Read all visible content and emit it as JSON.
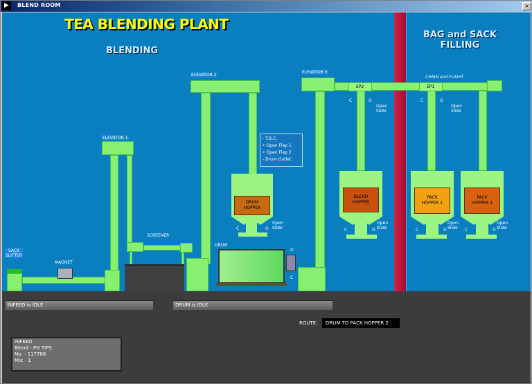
{
  "window": {
    "title": "BLEND ROOM",
    "close_glyph": "×"
  },
  "canvas": {
    "title": "TEA BLENDING PLANT",
    "section_blending": "BLENDING",
    "section_bag": "BAG and SACK FILLING",
    "section_bag_line1": "BAG and SACK",
    "section_bag_line2": "FILLING",
    "colors": {
      "background": "#0a7fc0",
      "pipe": "#88f070",
      "divider": "#c01840",
      "title": "#ffff00"
    }
  },
  "equipment": {
    "sack_slitter_line1": "SACK",
    "sack_slitter_line2": "SLITTER",
    "magnet": "MAGNET",
    "elevator1": "ELEVATOR 1",
    "screener": "SCREENER",
    "elevator2": "ELEVATOR 2",
    "drum": "DRUM",
    "elevator3": "ELEVATOR 3",
    "ep2": "EP2",
    "ep1": "EP1",
    "chain_flight": "CHAIN and FLIGHT",
    "drum_hopper_line1": "DRUM",
    "drum_hopper_line2": "HOPPER",
    "blend_hopper_line1": "BLEND",
    "blend_hopper_line2": "HOPPER",
    "pack_hopper1_line1": "PACK",
    "pack_hopper1_line2": "HOPPER 1",
    "pack_hopper2_line1": "PACK",
    "pack_hopper2_line2": "HOPPER 2",
    "c_label": "C",
    "o_label": "O",
    "open_slide_line1": "Open",
    "open_slide_line2": "Slide",
    "hopper_colors": {
      "drum_hopper": "#c86a10",
      "blend_hopper": "#c85010",
      "pack_hopper1": "#f0a010",
      "pack_hopper2": "#d86010"
    }
  },
  "legend": {
    "items": [
      "T.B.C.",
      "Open Flap 1",
      "Open Flap 2",
      "Drum Outlet"
    ]
  },
  "status_panel": {
    "infeed_status": "INFEED is IDLE",
    "drum_status": "DRUM is IDLE",
    "route_label": "ROUTE",
    "route_value": "DRUM TO PACK HOPPER 2",
    "infeed_info": {
      "line1": "INFEED",
      "line2": "Blend - PG TIPS",
      "line3": "No. - 117788",
      "line4": "Mix - 1"
    }
  }
}
